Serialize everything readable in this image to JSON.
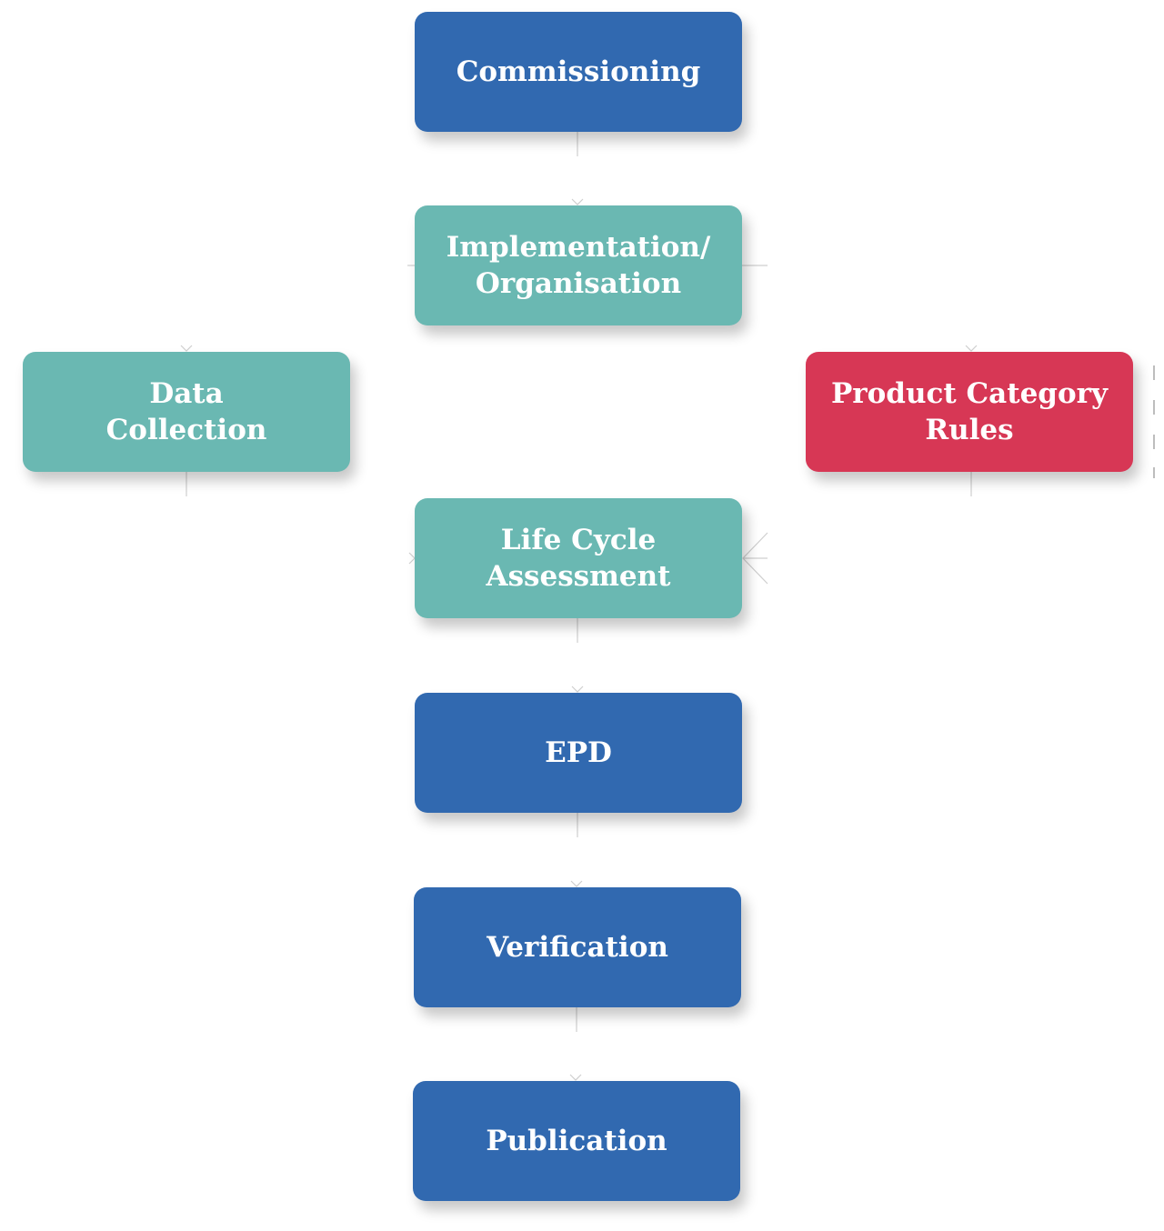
{
  "colors": {
    "blue": "#3169b0",
    "teal": "#6ab8b2",
    "red": "#d73755",
    "connector": "#c9c9c9"
  },
  "nodes": {
    "commissioning": {
      "label": "Commissioning",
      "color": "#3169b0"
    },
    "implementation": {
      "label": "Implementation/\nOrganisation",
      "color": "#6ab8b2"
    },
    "data_collection": {
      "label": "Data\nCollection",
      "color": "#6ab8b2"
    },
    "product_category_rules": {
      "label": "Product Category\nRules",
      "color": "#d73755"
    },
    "life_cycle_assessment": {
      "label": "Life Cycle\nAssessment",
      "color": "#6ab8b2"
    },
    "epd": {
      "label": "EPD",
      "color": "#3169b0"
    },
    "verification": {
      "label": "Verification",
      "color": "#3169b0"
    },
    "publication": {
      "label": "Publication",
      "color": "#3169b0"
    }
  }
}
